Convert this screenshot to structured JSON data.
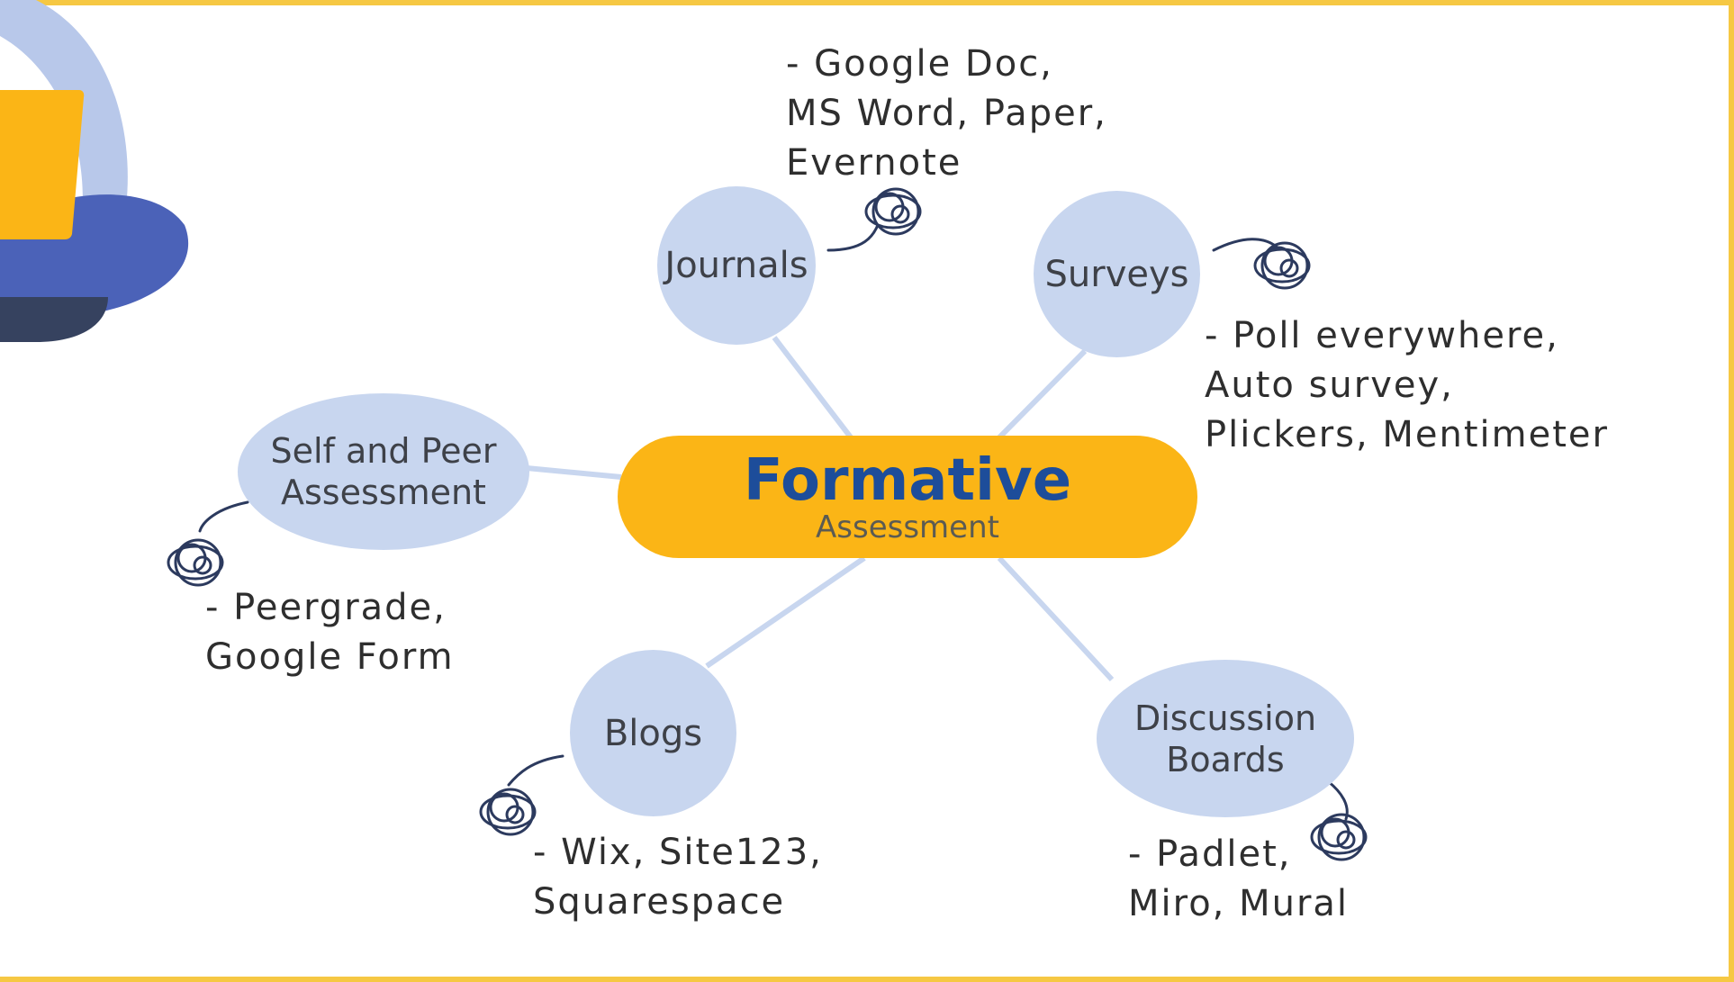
{
  "center": {
    "title": "Formative",
    "subtitle": "Assessment"
  },
  "nodes": {
    "journals": {
      "label": "Journals",
      "tools": "- Google Doc,\nMS Word, Paper,\nEvernote"
    },
    "surveys": {
      "label": "Surveys",
      "tools": "- Poll everywhere,\nAuto survey,\nPlickers, Mentimeter"
    },
    "self_peer": {
      "label": "Self and Peer\nAssessment",
      "tools": "- Peergrade,\nGoogle Form"
    },
    "blogs": {
      "label": "Blogs",
      "tools": "- Wix, Site123,\nSquarespace"
    },
    "discussion": {
      "label": "Discussion\nBoards",
      "tools": "- Padlet,\nMiro, Mural"
    }
  },
  "colors": {
    "frame": "#f6c843",
    "center_fill": "#fbb516",
    "center_title": "#1d4d9a",
    "bubble_fill": "#c8d6ef",
    "connector": "#c8d6ef",
    "scribble": "#2c3a5e"
  },
  "icons": [
    "scribble-icon",
    "person-with-laptop-illustration"
  ]
}
